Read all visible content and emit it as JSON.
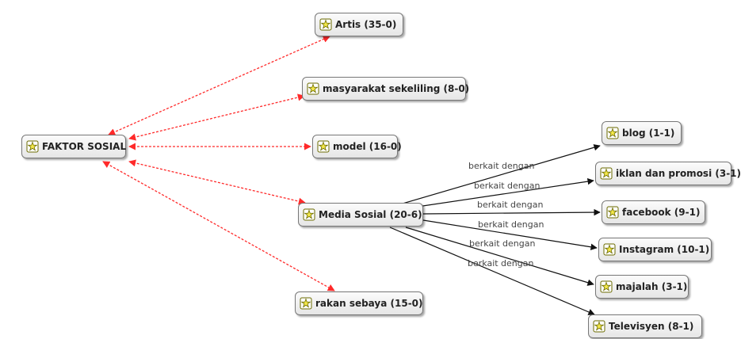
{
  "diagram": {
    "colors": {
      "social_link": "#ff2a2a",
      "media_link": "#111111",
      "icon_fill": "#f4e84a",
      "icon_stroke": "#6b6b00"
    },
    "icon": "code-node-icon",
    "nodes": {
      "faktor_sosial": "FAKTOR SOSIAL",
      "artis": "Artis (35-0)",
      "masyarakat": "masyarakat sekeliling (8-0)",
      "model": "model (16-0)",
      "media_sosial": "Media Sosial (20-6)",
      "rakan": "rakan sebaya (15-0)",
      "blog": "blog (1-1)",
      "iklan": "iklan dan promosi (3-1)",
      "facebook": "facebook (9-1)",
      "instagram": "Instagram (10-1)",
      "majalah": "majalah (3-1)",
      "televisyen": "Televisyen (8-1)"
    },
    "edge_labels": {
      "blog": "berkait dengan",
      "iklan": "berkait dengan",
      "facebook": "berkait dengan",
      "instagram": "berkait dengan",
      "majalah": "berkait dengan",
      "televisyen": "berkait dengan"
    }
  }
}
